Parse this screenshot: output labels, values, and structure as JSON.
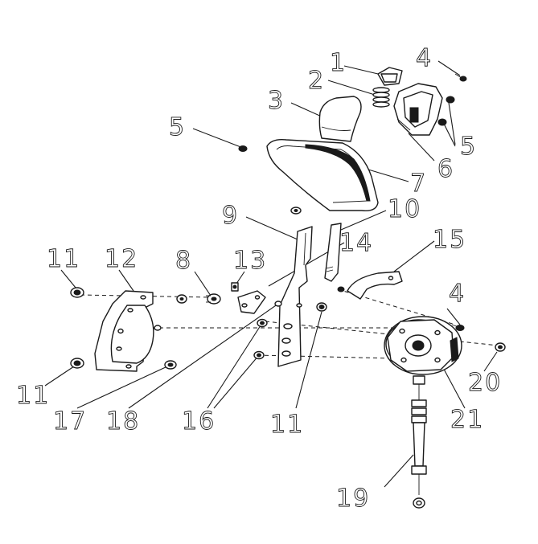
{
  "callouts": [
    {
      "id": "c1",
      "text": "1"
    },
    {
      "id": "c2",
      "text": "2"
    },
    {
      "id": "c3",
      "text": "3"
    },
    {
      "id": "c4a",
      "text": "4"
    },
    {
      "id": "c4b",
      "text": "4"
    },
    {
      "id": "c5a",
      "text": "5"
    },
    {
      "id": "c5b",
      "text": "5"
    },
    {
      "id": "c6",
      "text": "6"
    },
    {
      "id": "c7",
      "text": "7"
    },
    {
      "id": "c8",
      "text": "8"
    },
    {
      "id": "c9",
      "text": "9"
    },
    {
      "id": "c10",
      "text": "10"
    },
    {
      "id": "c11a",
      "text": "11"
    },
    {
      "id": "c11b",
      "text": "11"
    },
    {
      "id": "c11c",
      "text": "11"
    },
    {
      "id": "c12",
      "text": "12"
    },
    {
      "id": "c13",
      "text": "13"
    },
    {
      "id": "c14",
      "text": "14"
    },
    {
      "id": "c15",
      "text": "15"
    },
    {
      "id": "c16",
      "text": "16"
    },
    {
      "id": "c17",
      "text": "17"
    },
    {
      "id": "c18",
      "text": "18"
    },
    {
      "id": "c19",
      "text": "19"
    },
    {
      "id": "c20",
      "text": "20"
    },
    {
      "id": "c21",
      "text": "21"
    }
  ]
}
